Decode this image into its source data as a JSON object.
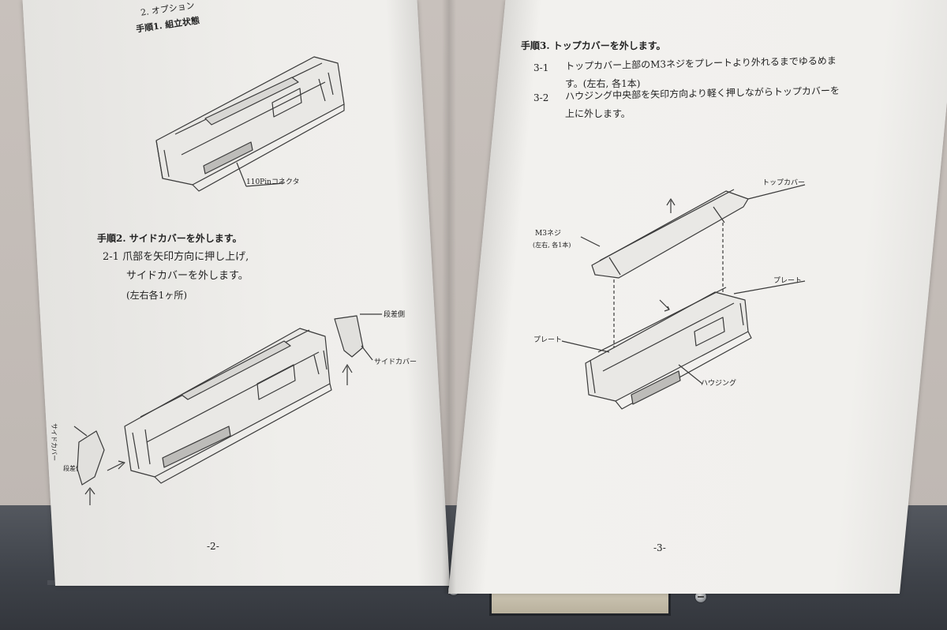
{
  "left_page": {
    "header_fragment": "2. オプション",
    "step1_label": "手順1. 組立状態",
    "connector_label": "110Pinコネクタ",
    "step2_title": "手順2. サイドカバーを外します。",
    "step2_line1": "2-1 爪部を矢印方向に押し上げ,",
    "step2_line2": "サイドカバーを外します。",
    "step2_line3": "(左右各1ヶ所)",
    "callout_tab": "段差側",
    "callout_side_cover": "サイドカバー",
    "callout_side_cover_left": "サイドカバー",
    "callout_tab_left": "段差側",
    "page_number": "-2-"
  },
  "right_page": {
    "step3_title": "手順3. トップカバーを外します。",
    "step3_1_num": "3-1",
    "step3_1_line1": "トップカバー上部のM3ネジをプレートより外れるまでゆるめま",
    "step3_1_line2": "す。(左右, 各1本)",
    "step3_2_num": "3-2",
    "step3_2_line1": "ハウジング中央部を矢印方向より軽く押しながらトップカバーを",
    "step3_2_line2": "上に外します。",
    "callout_top_cover": "トップカバー",
    "callout_m3_screw": "M3ネジ",
    "callout_m3_note": "(左右, 各1本)",
    "callout_plate_right": "プレート",
    "callout_plate_left": "プレート",
    "callout_housing": "ハウジング",
    "page_number": "-3-"
  },
  "colors": {
    "paper": "#efeeeb",
    "ink": "#232323",
    "device_body": "#43474e",
    "background": "#bdb6b1"
  }
}
